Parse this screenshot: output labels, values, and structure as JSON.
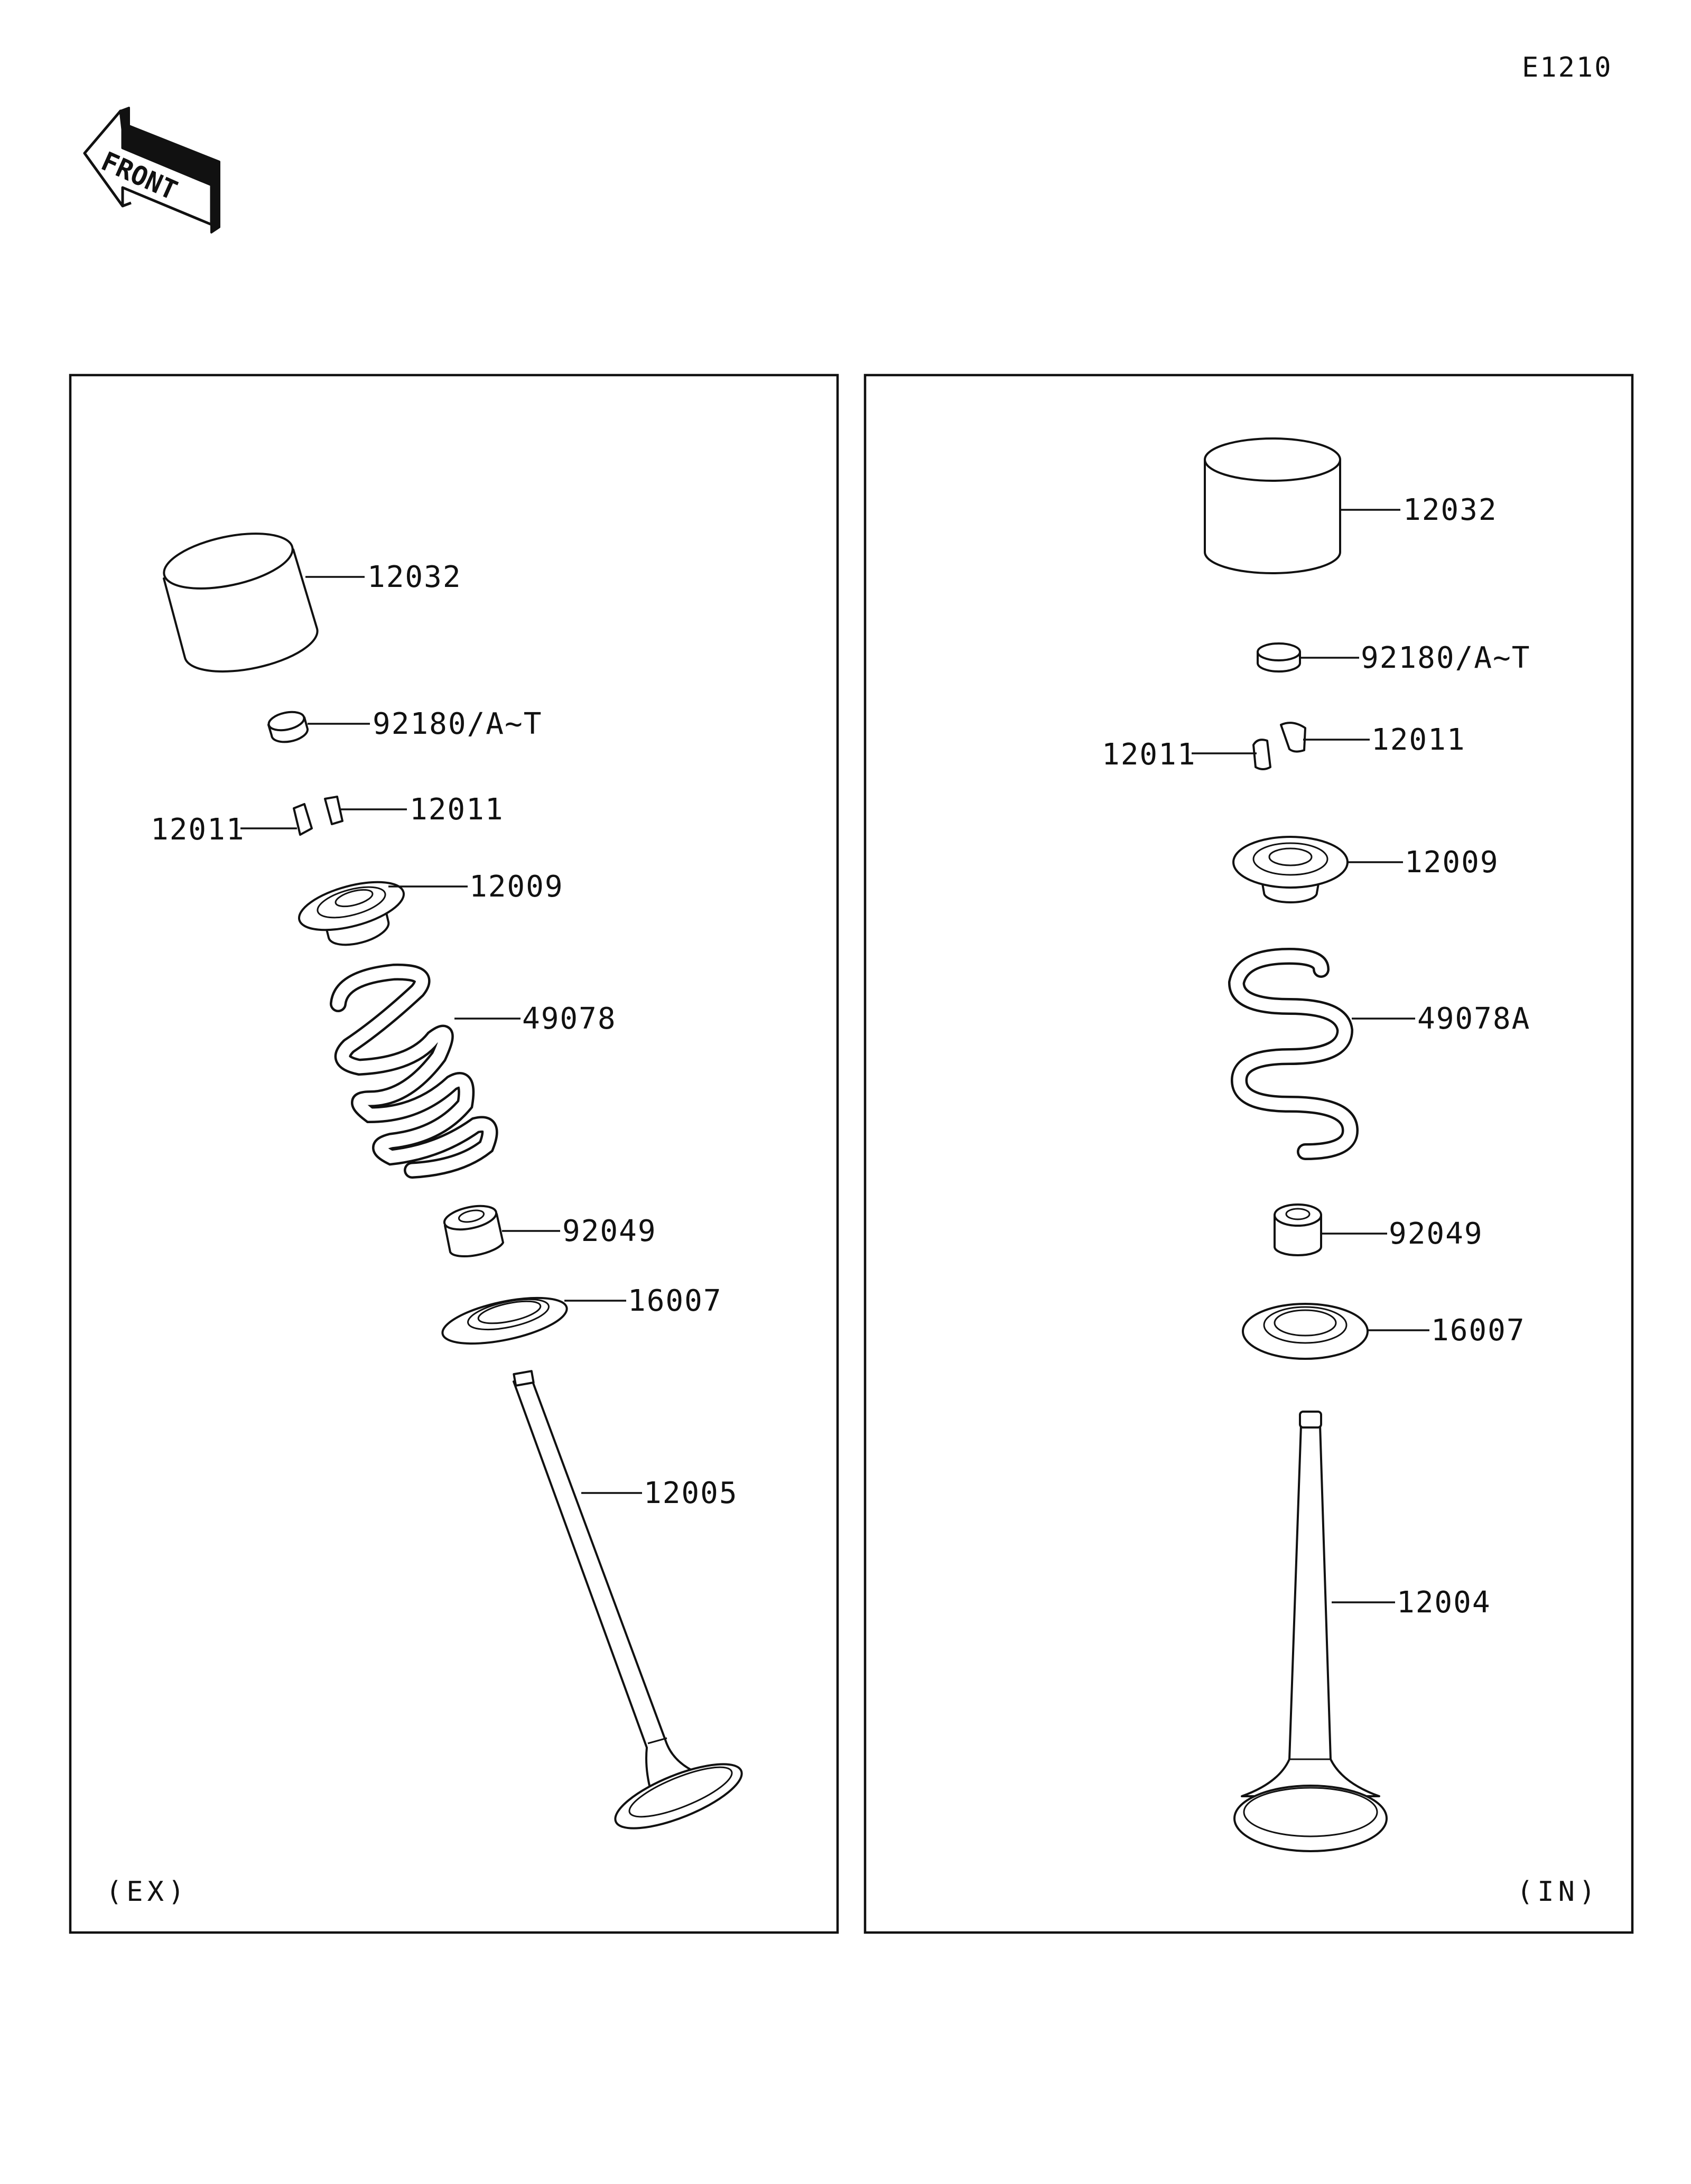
{
  "diagram_code": "E1210",
  "front_label": "FRONT",
  "panels": {
    "exhaust": {
      "tag": "(EX)",
      "parts": {
        "tappet": "12032",
        "shim": "92180/A~T",
        "cotter_left": "12011",
        "cotter_right": "12011",
        "retainer": "12009",
        "spring": "49078",
        "stem_seal": "92049",
        "spring_seat": "16007",
        "valve": "12005"
      }
    },
    "intake": {
      "tag": "(IN)",
      "parts": {
        "tappet": "12032",
        "shim": "92180/A~T",
        "cotter_left": "12011",
        "cotter_right": "12011",
        "retainer": "12009",
        "spring": "49078A",
        "stem_seal": "92049",
        "spring_seat": "16007",
        "valve": "12004"
      }
    }
  }
}
